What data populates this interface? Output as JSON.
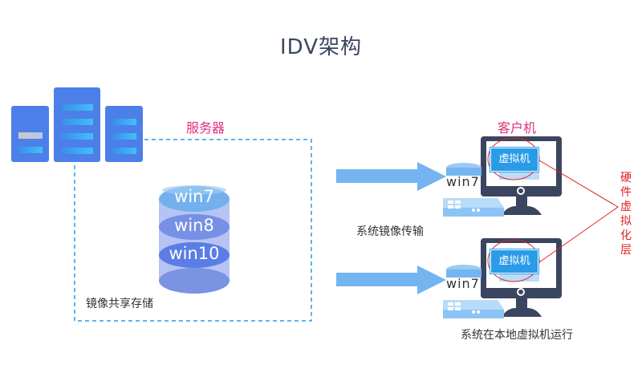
{
  "title": "IDV架构",
  "server": {
    "label": "服务器",
    "storage_label": "镜像共享存储",
    "images": [
      "win7",
      "win8",
      "win10"
    ]
  },
  "transfer_label": "系统镜像传输",
  "client": {
    "label": "客户机",
    "local_image": "win7",
    "vm_label": "虚拟机",
    "run_label": "系统在本地虚拟机运行"
  },
  "hw_virt_label": "硬件虚拟化层",
  "colors": {
    "title": "#3a4560",
    "accent_pink": "#e0307a",
    "annotation_red": "#e02020",
    "server_blue": "#4d7fe8",
    "arrow_blue": "#74b4f0",
    "monitor_dark": "#3a4560",
    "vm_blue": "#2a9be6"
  }
}
